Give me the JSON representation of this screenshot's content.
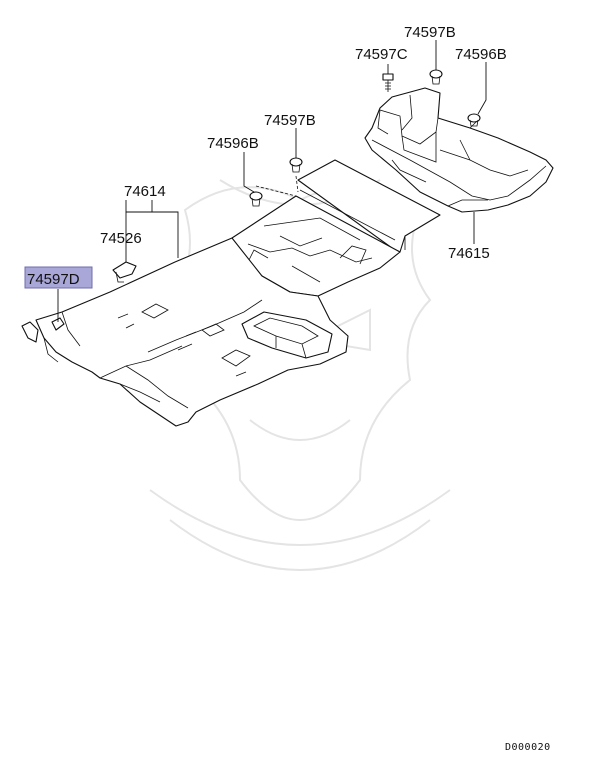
{
  "labels": {
    "74597B_right": "74597B",
    "74597C": "74597C",
    "74596B_right": "74596B",
    "74597B_center": "74597B",
    "74596B_center": "74596B",
    "74614": "74614",
    "74615": "74615",
    "74526": "74526",
    "74597D": "74597D"
  },
  "highlight_color": "#a9a7d8",
  "drawing_code": "D000020"
}
